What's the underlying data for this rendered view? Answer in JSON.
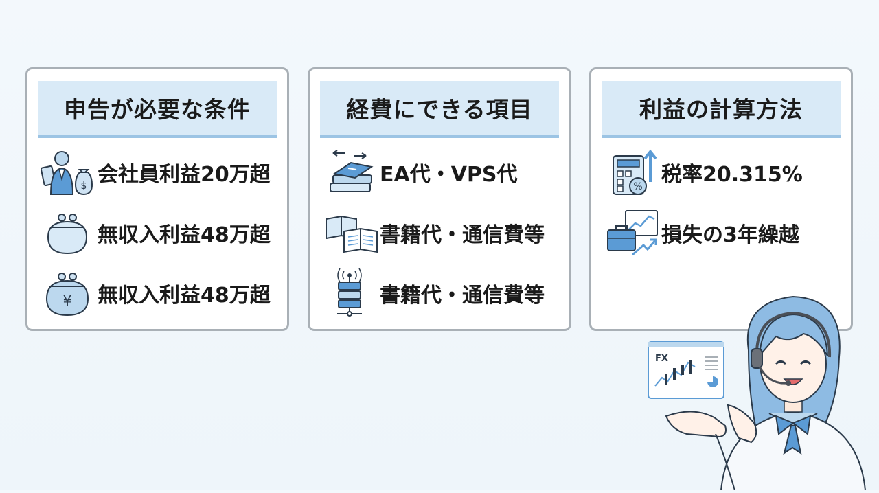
{
  "cards": [
    {
      "title": "申告が必要な条件",
      "items": [
        {
          "label": "会社員利益20万超",
          "icon": "employee-money-bag-icon"
        },
        {
          "label": "無収入利益48万超",
          "icon": "coin-purse-icon"
        },
        {
          "label": "無収入利益48万超",
          "icon": "yen-purse-icon"
        }
      ]
    },
    {
      "title": "経費にできる項目",
      "items": [
        {
          "label": "EA代・VPS代",
          "icon": "book-stack-arrows-icon"
        },
        {
          "label": "書籍代・通信費等",
          "icon": "open-books-icon"
        },
        {
          "label": "書籍代・通信費等",
          "icon": "server-antenna-icon"
        }
      ]
    },
    {
      "title": "利益の計算方法",
      "items": [
        {
          "label": "税率20.315%",
          "icon": "calculator-percent-icon"
        },
        {
          "label": "損失の3年繰越",
          "icon": "briefcase-chart-icon"
        }
      ]
    }
  ],
  "illustration": {
    "monitor_label": "FX",
    "icon": "operator-woman-illustration"
  },
  "colors": {
    "accent_blue": "#5b9bd5",
    "title_band": "#d9eaf7",
    "title_underline": "#9cc4e4",
    "card_border": "#a9b0b6"
  }
}
